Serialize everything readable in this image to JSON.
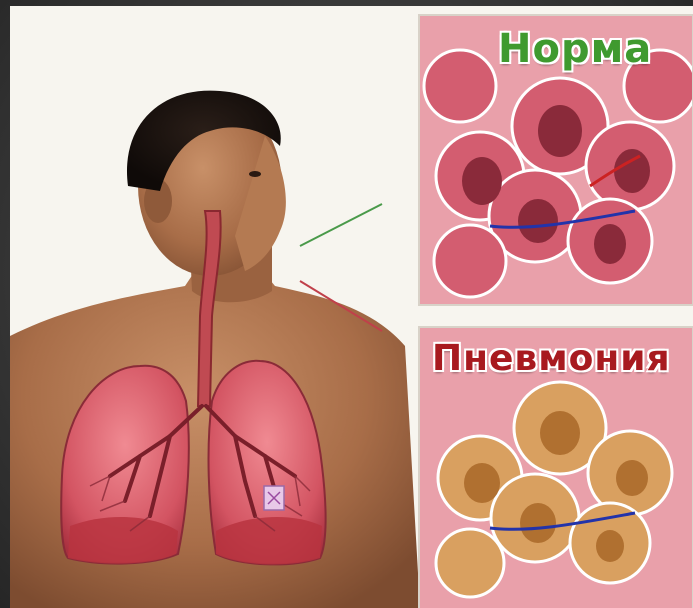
{
  "panels": {
    "normal": {
      "label": "Норма",
      "label_color": "#3f9a2f",
      "tissue_color": "#c95a6a"
    },
    "pneumonia": {
      "label": "Пневмония",
      "label_color": "#a81a1f",
      "tissue_color": "#d8a766"
    }
  },
  "pointer_lines": {
    "normal_color": "#4a9a4a",
    "pneumonia_color": "#c0404a"
  },
  "figure": {
    "subject": "human-torso-with-lungs"
  }
}
